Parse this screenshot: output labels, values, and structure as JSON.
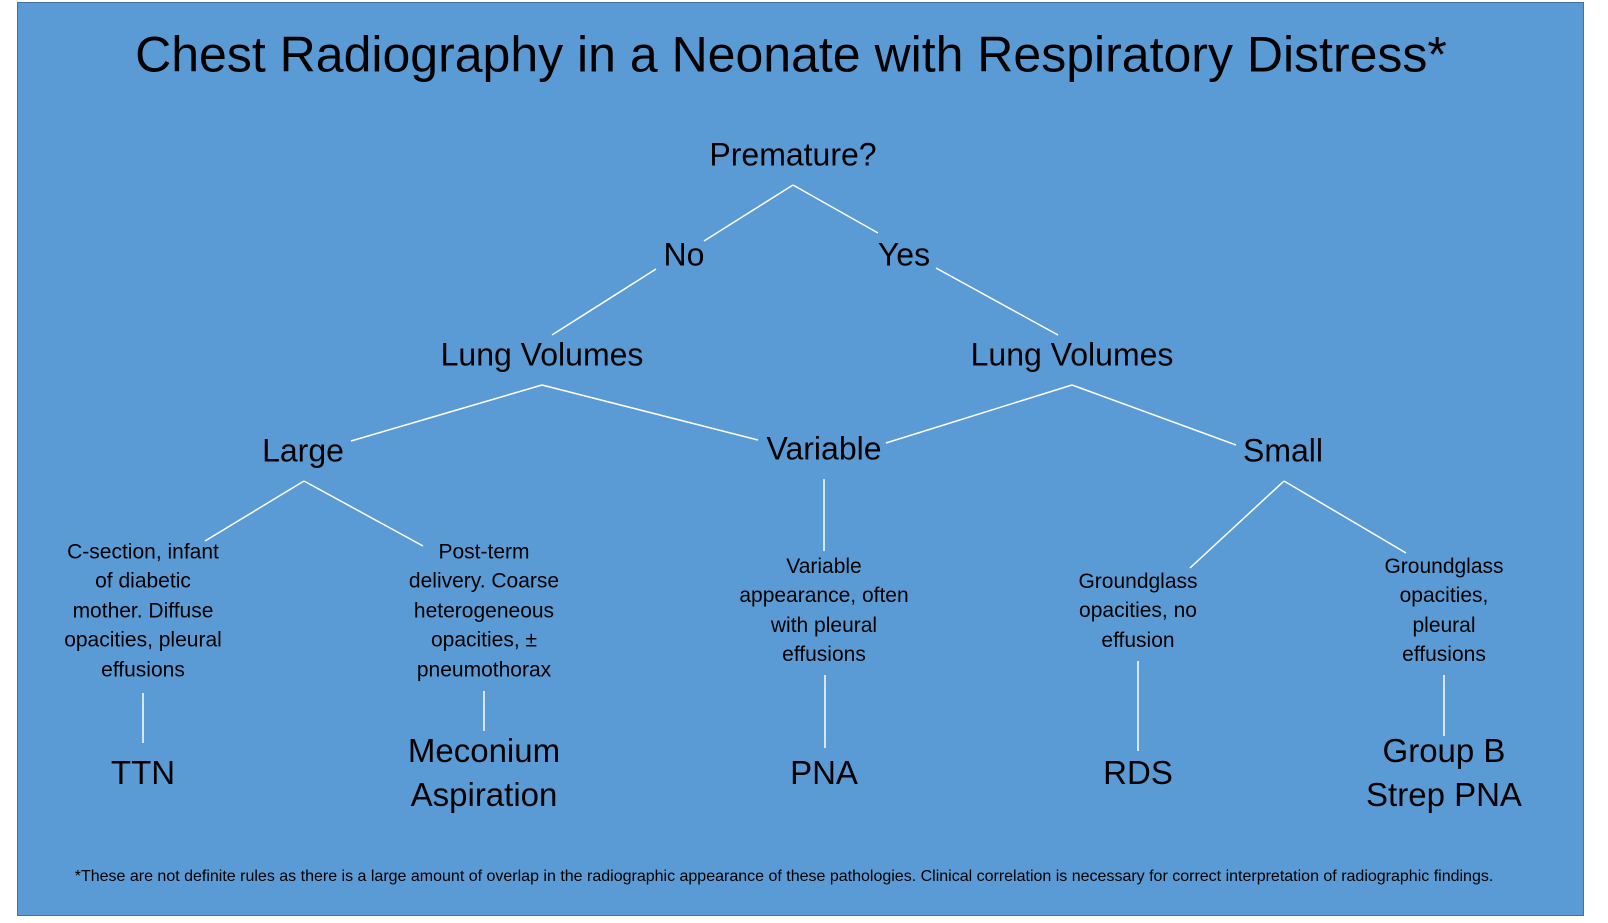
{
  "title": "Chest Radiography in a Neonate with Respiratory Distress*",
  "nodes": {
    "premature": "Premature?",
    "no": "No",
    "yes": "Yes",
    "lung_volumes_left": "Lung Volumes",
    "lung_volumes_right": "Lung Volumes",
    "large": "Large",
    "variable": "Variable",
    "small": "Small"
  },
  "descriptions": {
    "ttn": "C-section, infant\nof diabetic\nmother. Diffuse\nopacities, pleural\neffusions",
    "meconium": "Post-term\ndelivery. Coarse\nheterogeneous\nopacities, ±\npneumothorax",
    "pna": "Variable\nappearance, often\nwith pleural\neffusions",
    "rds": "Groundglass\nopacities, no\neffusion",
    "gbs": "Groundglass\nopacities,\npleural\neffusions"
  },
  "diagnoses": {
    "ttn": "TTN",
    "meconium_line1": "Meconium",
    "meconium_line2": "Aspiration",
    "pna": "PNA",
    "rds": "RDS",
    "gbs_line1": "Group B",
    "gbs_line2": "Strep PNA"
  },
  "footnote": "*These are not definite rules as there is a large amount of overlap in the radiographic appearance of these pathologies. Clinical correlation is necessary for correct interpretation of radiographic findings.",
  "colors": {
    "background": "#5B9BD5",
    "border": "#41719C",
    "connector": "#FFFFFF",
    "text": "#000000"
  }
}
